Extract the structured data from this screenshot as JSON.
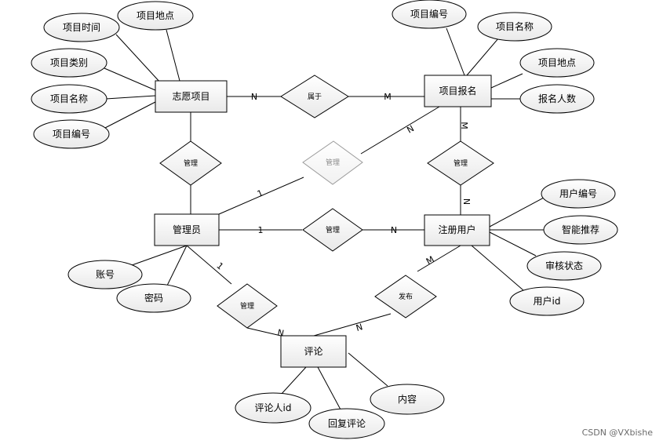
{
  "entities": {
    "volunteer_project": "志愿项目",
    "project_signup": "项目报名",
    "admin": "管理员",
    "registered_user": "注册用户",
    "comment": "评论"
  },
  "relationships": {
    "belongs_to": "属于",
    "manage_left": "管理",
    "manage_faded": "管理",
    "manage_right": "管理",
    "manage_middle": "管理",
    "manage_bottom": "管理",
    "publish": "发布"
  },
  "attributes": {
    "vp_location": "项目地点",
    "vp_time": "项目时间",
    "vp_category": "项目类别",
    "vp_name": "项目名称",
    "vp_id": "项目编号",
    "ps_id": "项目编号",
    "ps_name": "项目名称",
    "ps_location": "项目地点",
    "ps_count": "报名人数",
    "user_no": "用户编号",
    "user_recommend": "智能推荐",
    "user_review": "审核状态",
    "user_id": "用户id",
    "admin_account": "账号",
    "admin_password": "密码",
    "comment_author": "评论人id",
    "comment_reply": "回复评论",
    "comment_content": "内容"
  },
  "cardinalities": {
    "belongs_vp": "N",
    "belongs_ps": "M",
    "faded_admin": "1",
    "faded_ps": "N",
    "right_ps": "M",
    "right_user": "N",
    "middle_admin": "1",
    "middle_user": "N",
    "bottom_admin": "1",
    "bottom_comment": "N",
    "publish_user": "M",
    "publish_comment": "N"
  },
  "watermark": "CSDN @VXbishe"
}
